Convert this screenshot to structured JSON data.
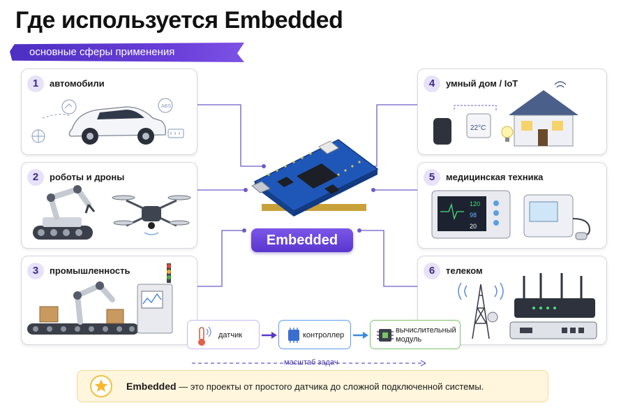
{
  "header": {
    "title": "Где используется Embedded",
    "subtitle": "основные сферы применения"
  },
  "center": {
    "label": "Embedded"
  },
  "areas": [
    {
      "number": "1",
      "label": "автомобили"
    },
    {
      "number": "2",
      "label": "роботы и дроны"
    },
    {
      "number": "3",
      "label": "промышленность"
    },
    {
      "number": "4",
      "label": "умный дом / IoT"
    },
    {
      "number": "5",
      "label": "медицинская техника"
    },
    {
      "number": "6",
      "label": "телеком"
    }
  ],
  "illustrations": {
    "thermostat_temp": "22°C",
    "monitor_values": [
      "120",
      "98",
      "20"
    ],
    "abs_label": "ABS"
  },
  "flow": {
    "steps": [
      "датчик",
      "контроллер",
      "вычислительный модуль"
    ],
    "scale_label": "масштаб задач"
  },
  "footer": {
    "strong": "Embedded",
    "rest": " — это проекты от простого датчика до сложной подключенной системы."
  },
  "colors": {
    "accent": "#5a36cf",
    "accent_light": "#e7e2f8",
    "flow_blue": "#5b9cf0",
    "flow_green": "#7cc46a",
    "flow_purple": "#c9b8f0",
    "footer_bg": "#fff6dd",
    "board": "#1f57b8"
  }
}
